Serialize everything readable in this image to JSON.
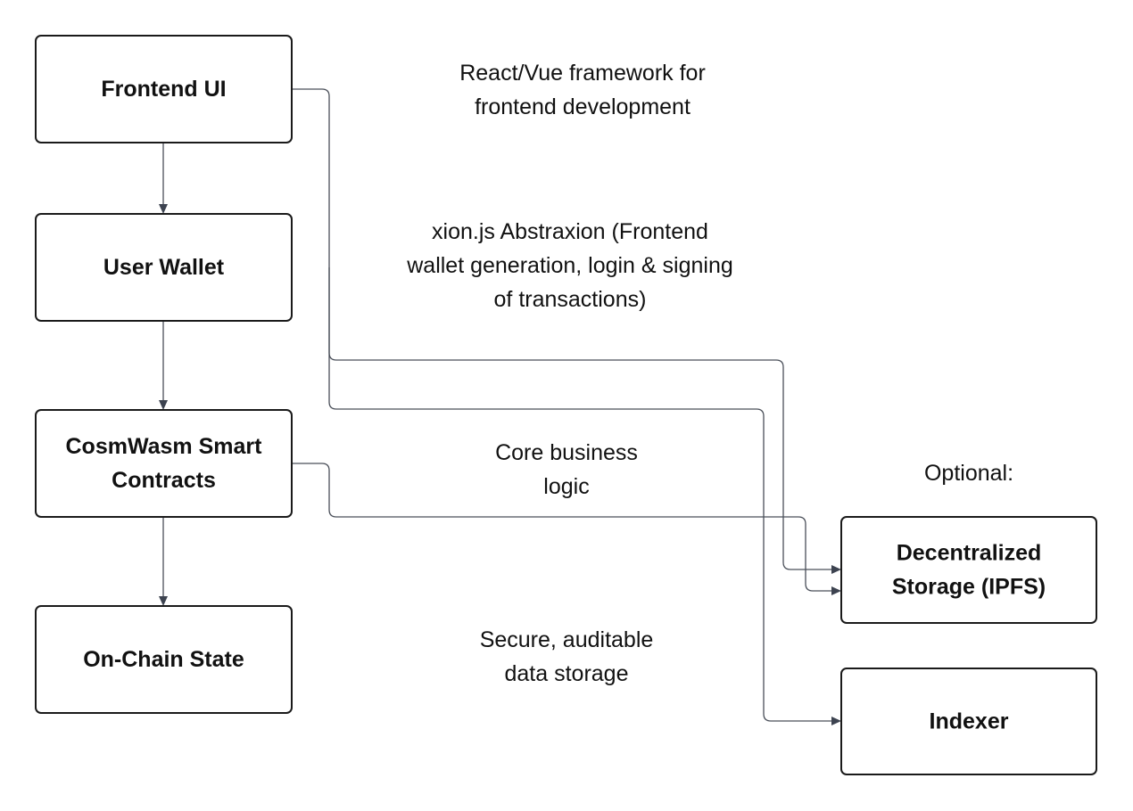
{
  "nodes": [
    {
      "id": "frontend",
      "lines": [
        "Frontend UI"
      ]
    },
    {
      "id": "wallet",
      "lines": [
        "User Wallet"
      ]
    },
    {
      "id": "contracts",
      "lines": [
        "CosmWasm Smart",
        "Contracts"
      ]
    },
    {
      "id": "state",
      "lines": [
        "On-Chain State"
      ]
    },
    {
      "id": "storage",
      "lines": [
        "Decentralized",
        "Storage (IPFS)"
      ]
    },
    {
      "id": "indexer",
      "lines": [
        "Indexer"
      ]
    }
  ],
  "annotations": [
    {
      "id": "framework",
      "lines": [
        "React/Vue framework for",
        "frontend development"
      ]
    },
    {
      "id": "abstraxion",
      "lines": [
        "xion.js Abstraxion (Frontend",
        "wallet generation, login & signing",
        "of transactions)"
      ]
    },
    {
      "id": "business",
      "lines": [
        "Core business",
        "logic"
      ]
    },
    {
      "id": "optional",
      "lines": [
        "Optional:"
      ]
    },
    {
      "id": "secure",
      "lines": [
        "Secure, auditable",
        "data storage"
      ]
    }
  ],
  "edges": [
    {
      "from": "frontend",
      "to": "wallet"
    },
    {
      "from": "wallet",
      "to": "contracts"
    },
    {
      "from": "contracts",
      "to": "state"
    },
    {
      "from": "frontend",
      "to": "storage"
    },
    {
      "from": "frontend",
      "to": "indexer"
    },
    {
      "from": "contracts",
      "to": "storage"
    }
  ]
}
